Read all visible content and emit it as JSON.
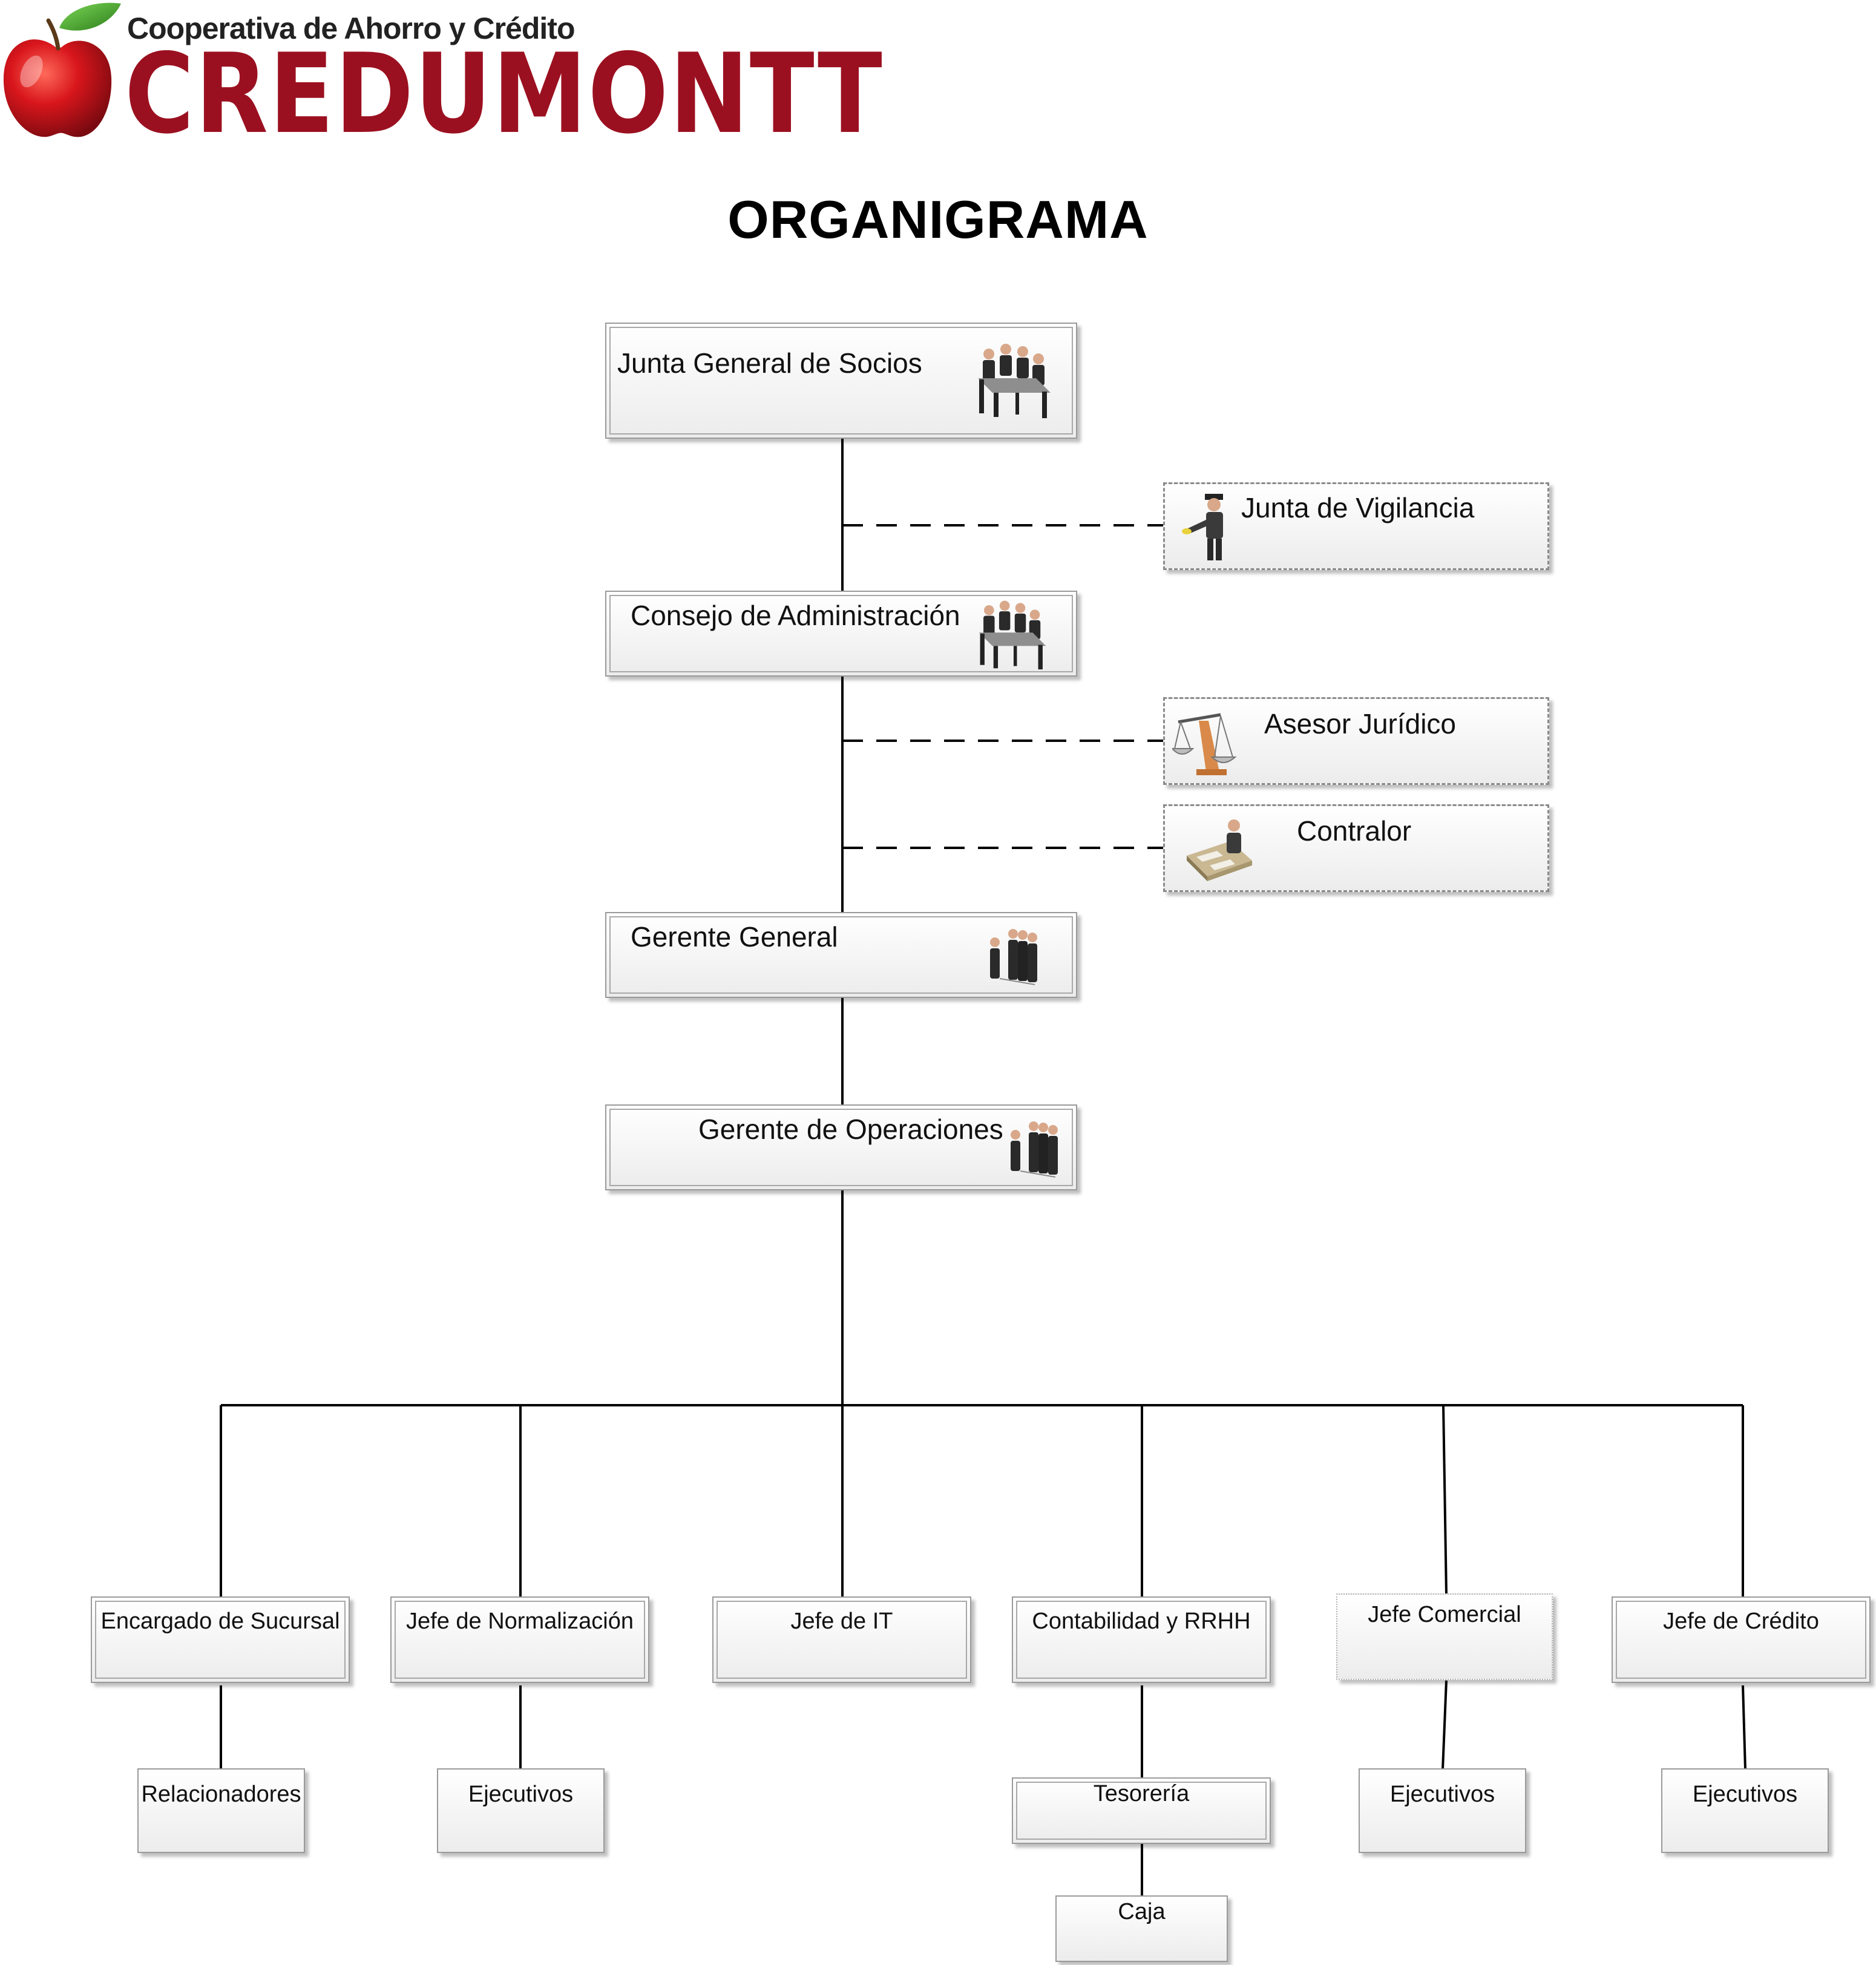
{
  "header": {
    "subtitle": "Cooperativa de Ahorro y Crédito",
    "brand": "CREDUMONTT"
  },
  "title": "ORGANIGRAMA",
  "nodes": {
    "junta_general": "Junta General de Socios",
    "junta_vigilancia": "Junta de Vigilancia",
    "consejo": "Consejo de Administración",
    "asesor": "Asesor Jurídico",
    "contralor": "Contralor",
    "gerente_general": "Gerente General",
    "gerente_operaciones": "Gerente de Operaciones",
    "encargado_sucursal": "Encargado de Sucursal",
    "jefe_normalizacion": "Jefe de Normalización",
    "jefe_it": "Jefe de IT",
    "contabilidad": "Contabilidad y RRHH",
    "jefe_comercial": "Jefe Comercial",
    "jefe_credito": "Jefe de Crédito",
    "relacionadores": "Relacionadores",
    "ejecutivos_1": "Ejecutivos",
    "tesoreria": "Tesorería",
    "caja": "Caja",
    "ejecutivos_2": "Ejecutivos",
    "ejecutivos_3": "Ejecutivos"
  },
  "icons": {
    "apple": "apple-icon",
    "board": "boardroom-icon",
    "guard": "security-guard-icon",
    "scales": "scales-of-justice-icon",
    "accountant": "accountant-desk-icon",
    "managers": "managers-group-icon"
  },
  "colors": {
    "brand_red": "#9b1020",
    "leaf_green": "#3a9a2a"
  }
}
